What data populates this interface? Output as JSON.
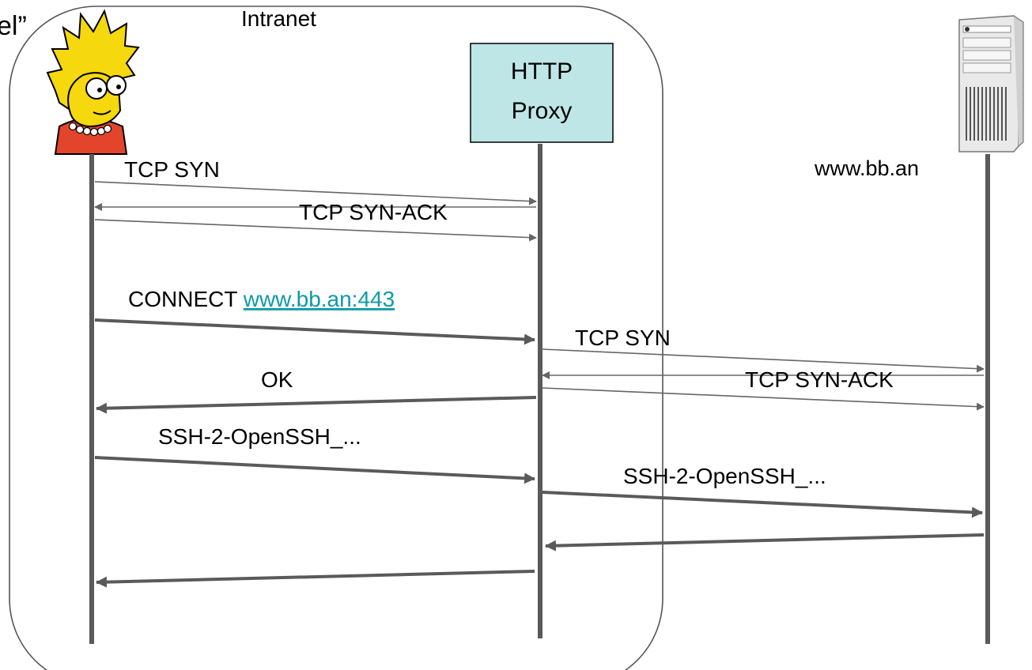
{
  "fragment_title": "el”",
  "region_label": "Intranet",
  "proxy_box": {
    "line1": "HTTP",
    "line2": "Proxy",
    "fill": "#bfe6e6"
  },
  "server_label": "www.bb.an",
  "link_color": "#0e9aa7",
  "client_icon": "cartoon-character-icon",
  "server_icon": "tower-server-icon",
  "messages": {
    "tcp_syn_1": "TCP SYN",
    "tcp_synack_1": "TCP SYN-ACK",
    "connect_prefix": "CONNECT ",
    "connect_url": "www.bb.an:443",
    "tcp_syn_2": "TCP SYN",
    "ok": "OK",
    "tcp_synack_2": "TCP SYN-ACK",
    "ssh_1": "SSH-2-OpenSSH_...",
    "ssh_2": "SSH-2-OpenSSH_..."
  }
}
